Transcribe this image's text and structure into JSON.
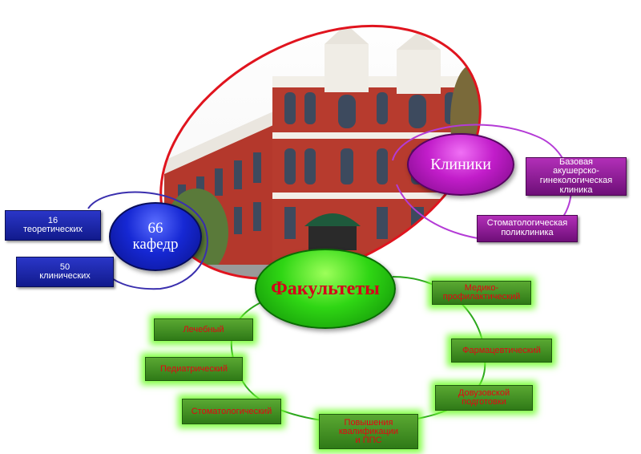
{
  "hubs": {
    "faculties": "Факультеты",
    "departments": "66\nкафедр",
    "clinics": "Клиники"
  },
  "departments": [
    "16\nтеоретических",
    "50\nклинических"
  ],
  "clinics": [
    "Базовая\nакушерско-\nгинекологическая\nклиника",
    "Стоматологическая\nполиклиника"
  ],
  "faculties": [
    "Медико-\nпрофилактический",
    "Фармацевтический",
    "Довузовской\nподготовки",
    "Повышения\nквалификации\nи ППС",
    "Стоматологический",
    "Педиатрический",
    "Лечебный"
  ],
  "colors": {
    "faculty_green": "#3a8a1e",
    "faculty_text": "#e30613",
    "department_blue": "#1a23a8",
    "clinic_purple": "#9a1fa3",
    "photo_frame_red": "#e0141e"
  }
}
